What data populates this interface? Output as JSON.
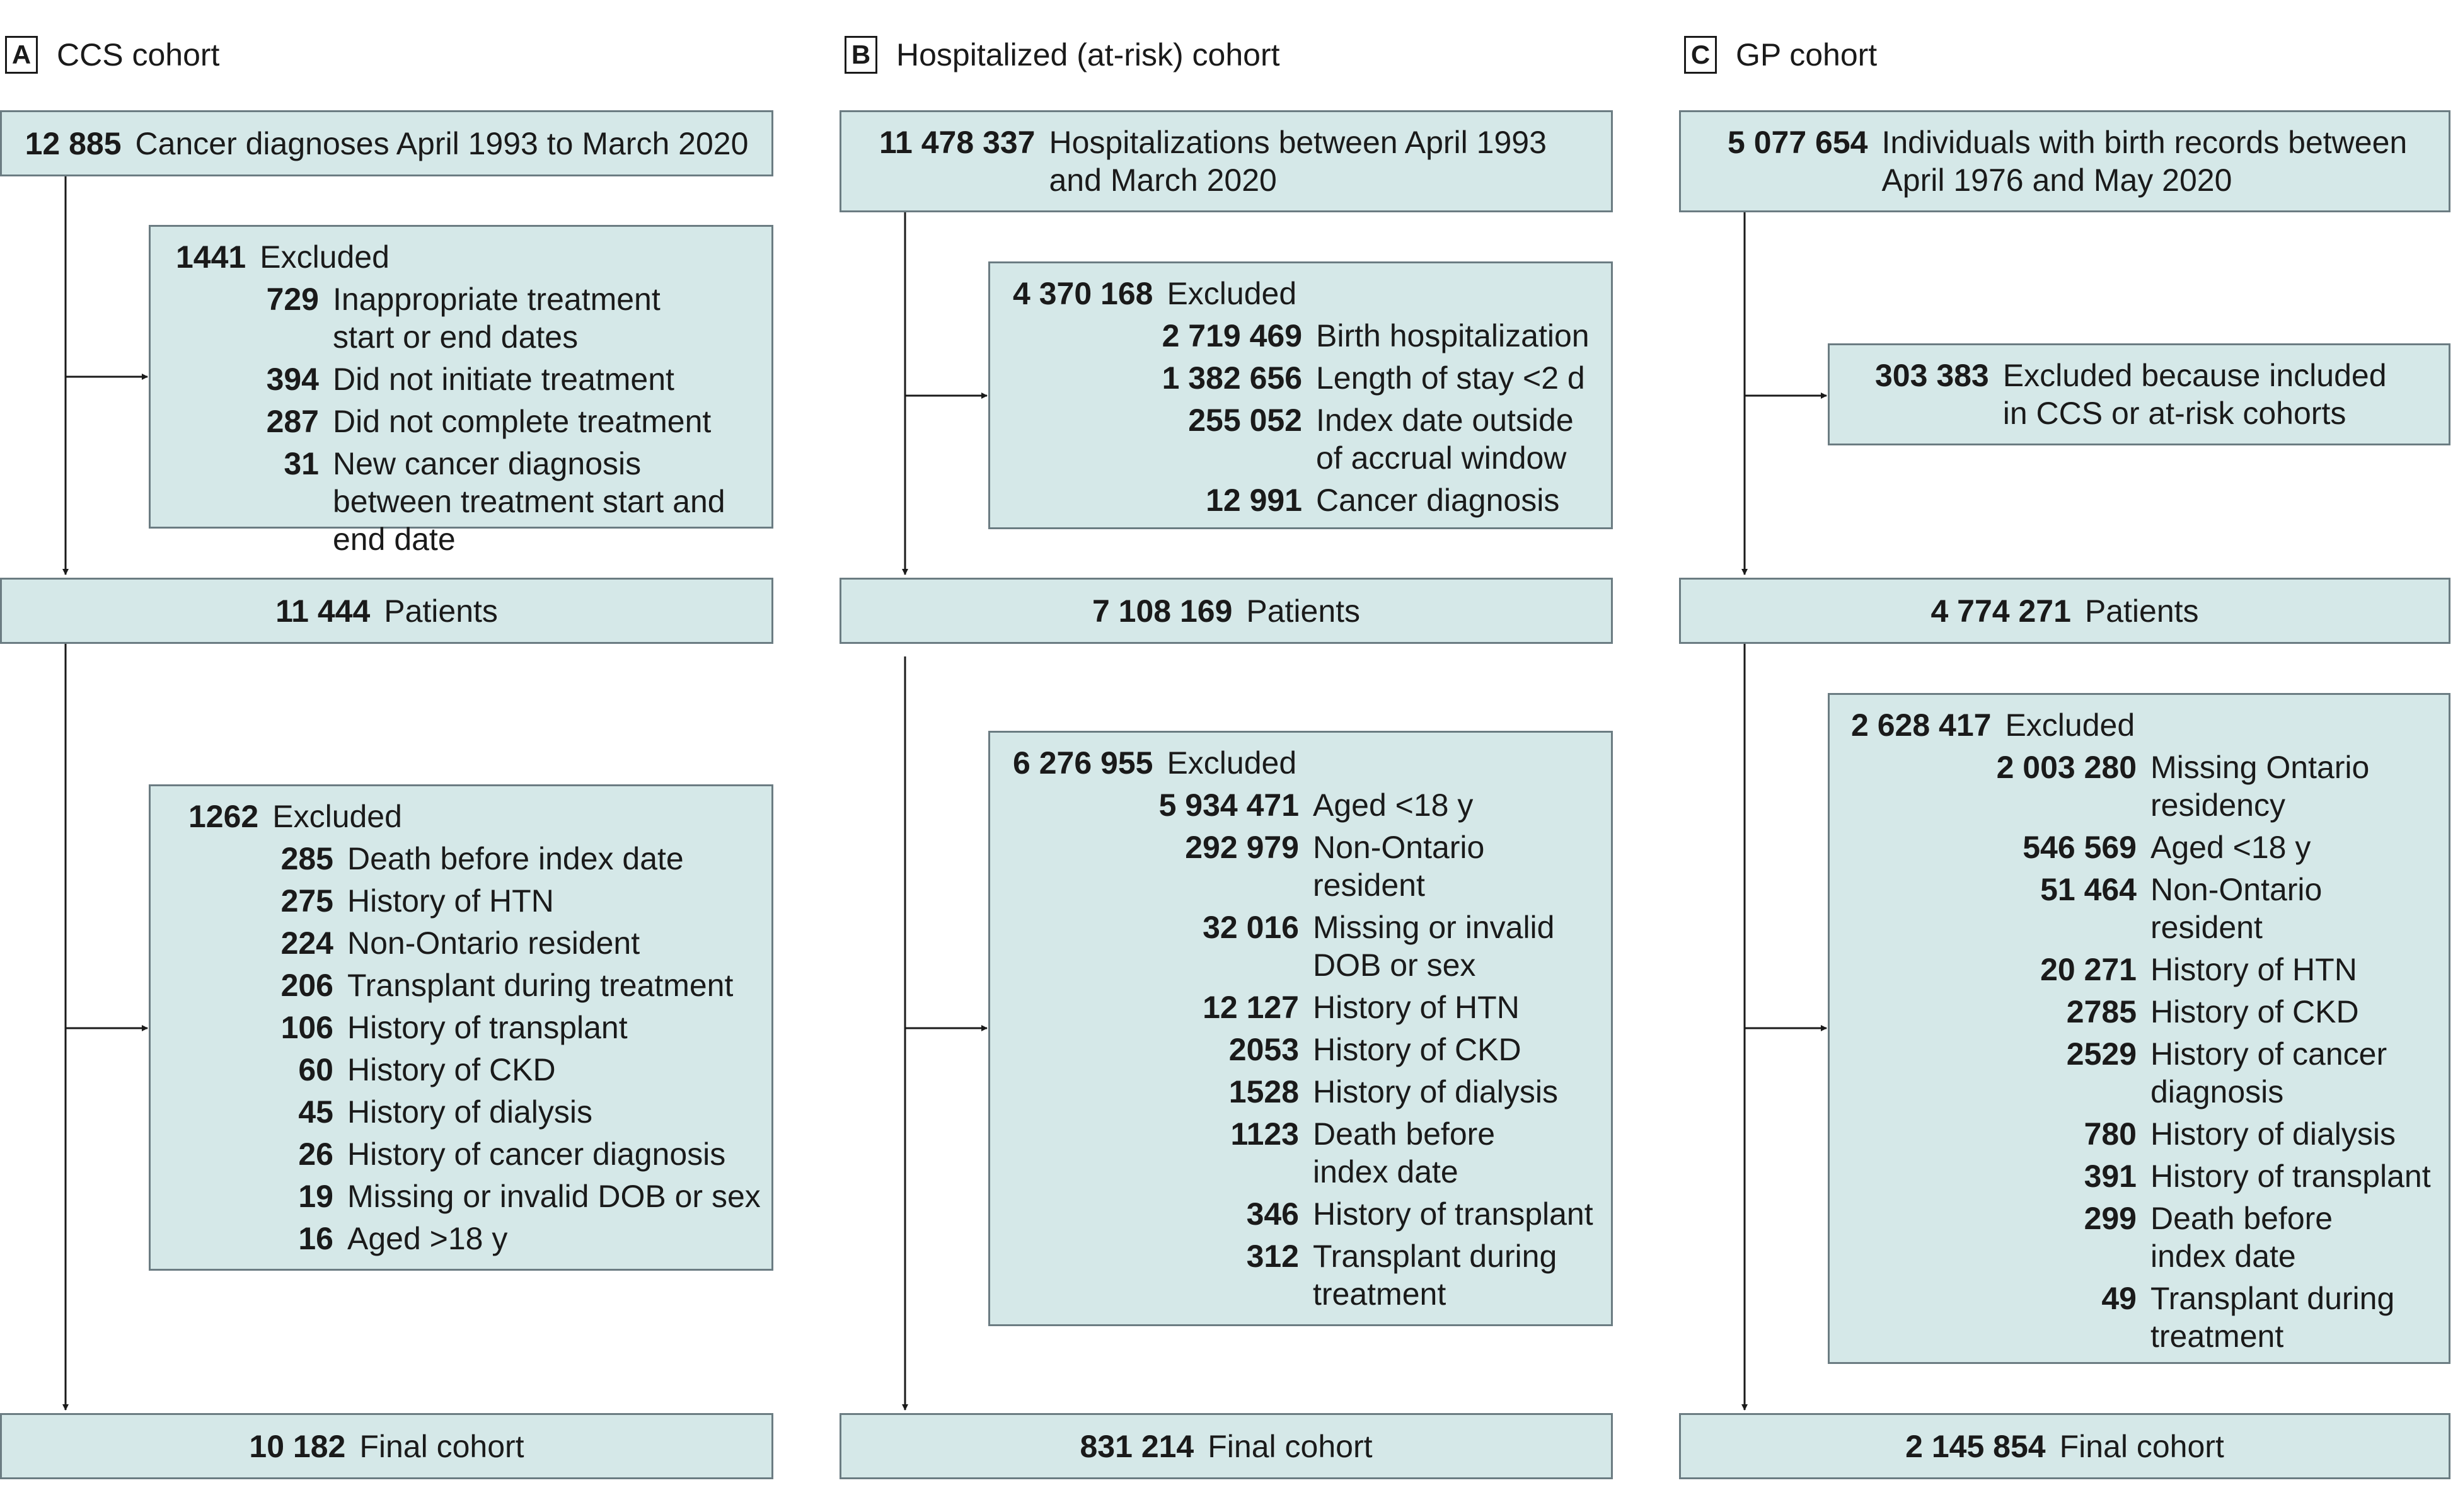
{
  "panels": [
    {
      "letter": "A",
      "title": "CCS cohort",
      "start": {
        "count": "12 885",
        "label": "Cancer diagnoses April 1993 to March 2020"
      },
      "exclusion1": {
        "count": "1441",
        "label": "Excluded",
        "items": [
          {
            "count": "729",
            "label": "Inappropriate treatment start or end dates"
          },
          {
            "count": "394",
            "label": "Did not initiate treatment"
          },
          {
            "count": "287",
            "label": "Did not complete treatment"
          },
          {
            "count": "31",
            "label": "New cancer diagnosis between treatment start and end date"
          }
        ]
      },
      "middle": {
        "count": "11 444",
        "label": "Patients"
      },
      "exclusion2": {
        "count": "1262",
        "label": "Excluded",
        "items": [
          {
            "count": "285",
            "label": "Death before index date"
          },
          {
            "count": "275",
            "label": "History of HTN"
          },
          {
            "count": "224",
            "label": "Non-Ontario resident"
          },
          {
            "count": "206",
            "label": "Transplant during treatment"
          },
          {
            "count": "106",
            "label": "History of transplant"
          },
          {
            "count": "60",
            "label": "History of CKD"
          },
          {
            "count": "45",
            "label": "History of dialysis"
          },
          {
            "count": "26",
            "label": "History of cancer diagnosis"
          },
          {
            "count": "19",
            "label": "Missing or invalid DOB or sex"
          },
          {
            "count": "16",
            "label": "Aged >18 y"
          }
        ]
      },
      "final": {
        "count": "10 182",
        "label": "Final cohort"
      }
    },
    {
      "letter": "B",
      "title": "Hospitalized (at-risk) cohort",
      "start": {
        "count": "11 478 337",
        "label": "Hospitalizations between April 1993 and March 2020"
      },
      "exclusion1": {
        "count": "4 370 168",
        "label": "Excluded",
        "items": [
          {
            "count": "2 719 469",
            "label": "Birth hospitalization"
          },
          {
            "count": "1 382 656",
            "label": "Length of stay <2 d"
          },
          {
            "count": "255 052",
            "label": "Index date outside of accrual window"
          },
          {
            "count": "12 991",
            "label": "Cancer diagnosis"
          }
        ]
      },
      "middle": {
        "count": "7 108 169",
        "label": "Patients"
      },
      "exclusion2": {
        "count": "6 276 955",
        "label": "Excluded",
        "items": [
          {
            "count": "5 934 471",
            "label": "Aged <18 y"
          },
          {
            "count": "292 979",
            "label": "Non-Ontario resident"
          },
          {
            "count": "32 016",
            "label": "Missing or invalid DOB or sex"
          },
          {
            "count": "12 127",
            "label": "History of HTN"
          },
          {
            "count": "2053",
            "label": "History of CKD"
          },
          {
            "count": "1528",
            "label": "History of dialysis"
          },
          {
            "count": "1123",
            "label": "Death before index date"
          },
          {
            "count": "346",
            "label": "History of transplant"
          },
          {
            "count": "312",
            "label": "Transplant during treatment"
          }
        ]
      },
      "final": {
        "count": "831 214",
        "label": "Final cohort"
      }
    },
    {
      "letter": "C",
      "title": "GP cohort",
      "start": {
        "count": "5 077 654",
        "label": "Individuals with birth records between April 1976 and May 2020"
      },
      "exclusion1": {
        "count": "303 383",
        "label": "Excluded because included in CCS or at-risk cohorts",
        "items": []
      },
      "middle": {
        "count": "4 774 271",
        "label": "Patients"
      },
      "exclusion2": {
        "count": "2 628 417",
        "label": "Excluded",
        "items": [
          {
            "count": "2 003 280",
            "label": "Missing Ontario residency"
          },
          {
            "count": "546 569",
            "label": "Aged <18 y"
          },
          {
            "count": "51 464",
            "label": "Non-Ontario resident"
          },
          {
            "count": "20 271",
            "label": "History of HTN"
          },
          {
            "count": "2785",
            "label": "History of CKD"
          },
          {
            "count": "2529",
            "label": "History of cancer diagnosis"
          },
          {
            "count": "780",
            "label": "History of dialysis"
          },
          {
            "count": "391",
            "label": "History of transplant"
          },
          {
            "count": "299",
            "label": "Death before index date"
          },
          {
            "count": "49",
            "label": "Transplant during treatment"
          }
        ]
      },
      "final": {
        "count": "2 145 854",
        "label": "Final cohort"
      }
    }
  ]
}
